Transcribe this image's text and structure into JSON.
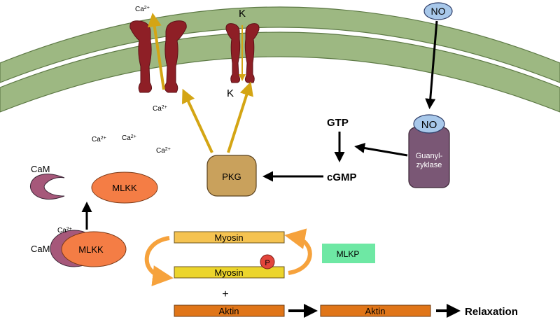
{
  "labels": {
    "ca_top": "Ca",
    "ca_sup": "2+",
    "k_top": "K",
    "k_bottom": "K",
    "no_outside": "NO",
    "no_bound": "NO",
    "gtp": "GTP",
    "cgmp": "cGMP",
    "guanylyl_line1": "Guanyl-",
    "guanylyl_line2": "zyklase",
    "pkg": "PKG",
    "cam_top": "CaM",
    "mlkk_top": "MLKK",
    "cam_bottom": "CaM",
    "mlkk_bottom": "MLKK",
    "myosin_top": "Myosin",
    "myosin_bottom": "Myosin",
    "phosphate": "P",
    "mlkp": "MLKP",
    "plus": "+",
    "aktin_left": "Aktin",
    "aktin_right": "Aktin",
    "relaxation": "Relaxation"
  },
  "colors": {
    "membrane": "#9db882",
    "membrane_edge": "#5e7a46",
    "channel": "#8e1f26",
    "gold_arrow": "#d4a514",
    "pkg": "#c9a15c",
    "guanylyl": "#7a5775",
    "no": "#a8c8ea",
    "mlkk": "#f47d45",
    "cam": "#a6587a",
    "myosin_top": "#f5c351",
    "myosin_bottom": "#ecd52c",
    "mlkp": "#6ee8a4",
    "aktin": "#e07518",
    "phosphate": "#e2453b"
  }
}
